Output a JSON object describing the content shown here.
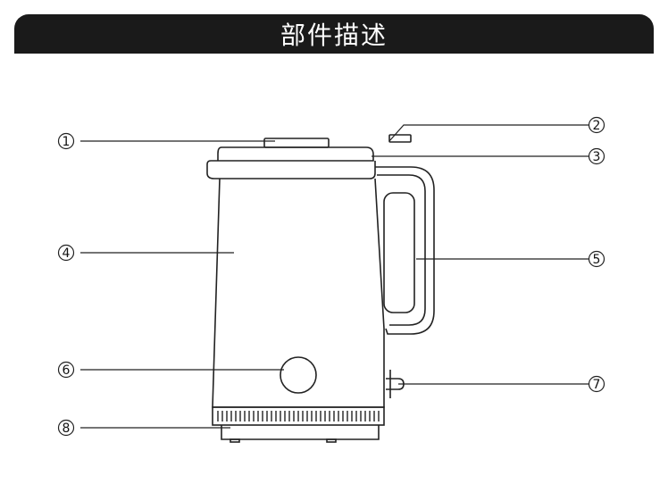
{
  "header": {
    "title": "部件描述"
  },
  "diagram": {
    "subject": "electric-kettle",
    "callouts": [
      {
        "id": "c1",
        "label": "1",
        "side": "left"
      },
      {
        "id": "c2",
        "label": "2",
        "side": "right"
      },
      {
        "id": "c3",
        "label": "3",
        "side": "right"
      },
      {
        "id": "c4",
        "label": "4",
        "side": "left"
      },
      {
        "id": "c5",
        "label": "5",
        "side": "right"
      },
      {
        "id": "c6",
        "label": "6",
        "side": "left"
      },
      {
        "id": "c7",
        "label": "7",
        "side": "right"
      },
      {
        "id": "c8",
        "label": "8",
        "side": "left"
      }
    ]
  },
  "colors": {
    "header_bg": "#1a1a1a",
    "header_text": "#ffffff",
    "line": "#222222"
  }
}
